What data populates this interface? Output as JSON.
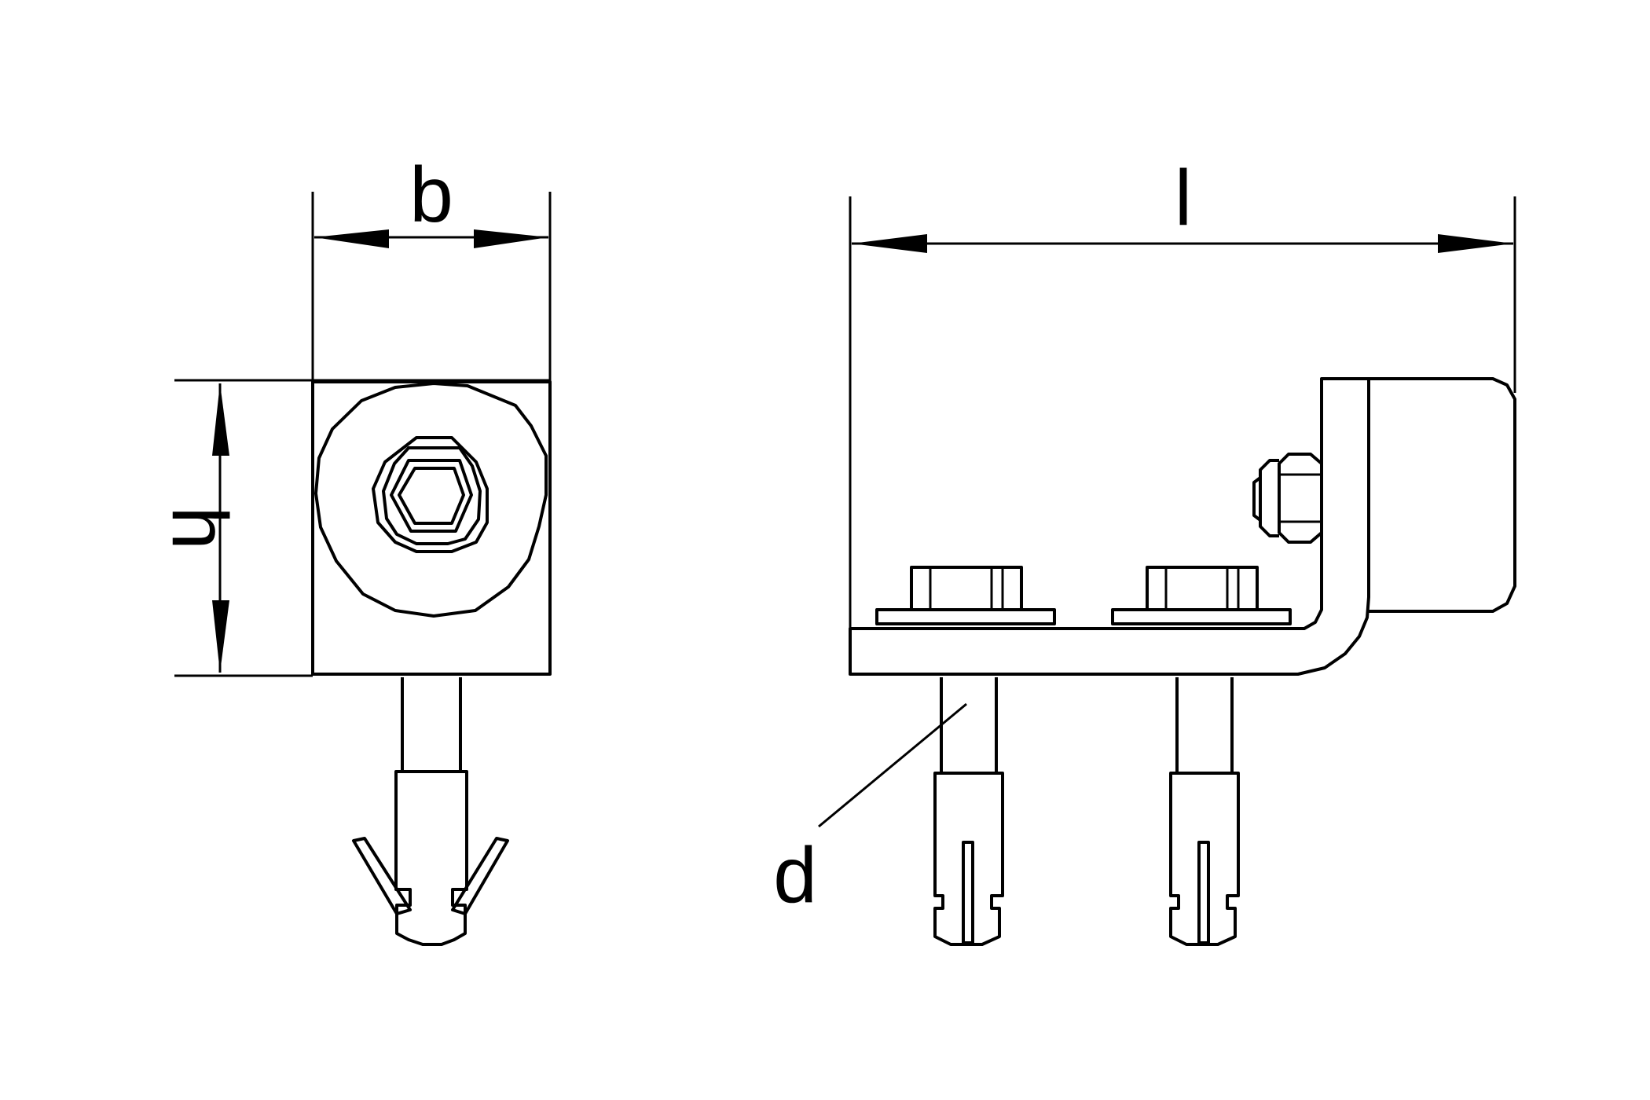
{
  "labels": {
    "width": "b",
    "height": "h",
    "length": "l",
    "diameter": "d"
  },
  "colors": {
    "line": "#000000",
    "background": "#ffffff"
  }
}
